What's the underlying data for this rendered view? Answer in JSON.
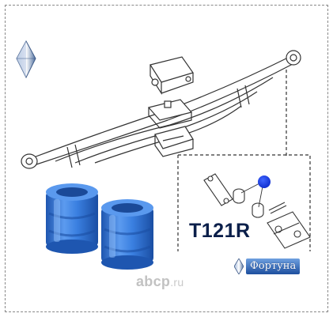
{
  "part_number": "T121R",
  "brand": {
    "name": "Фортуна"
  },
  "watermark": {
    "main": "abcp",
    "suffix": ".ru"
  },
  "colors": {
    "bushing": "#2f73d9",
    "bushing_dark": "#1e56b0",
    "bushing_light": "#6aa6f2",
    "marker": "#1437e0",
    "line": "#333333"
  },
  "icons": [
    "logo-diamond-icon",
    "brand-diamond-icon"
  ]
}
